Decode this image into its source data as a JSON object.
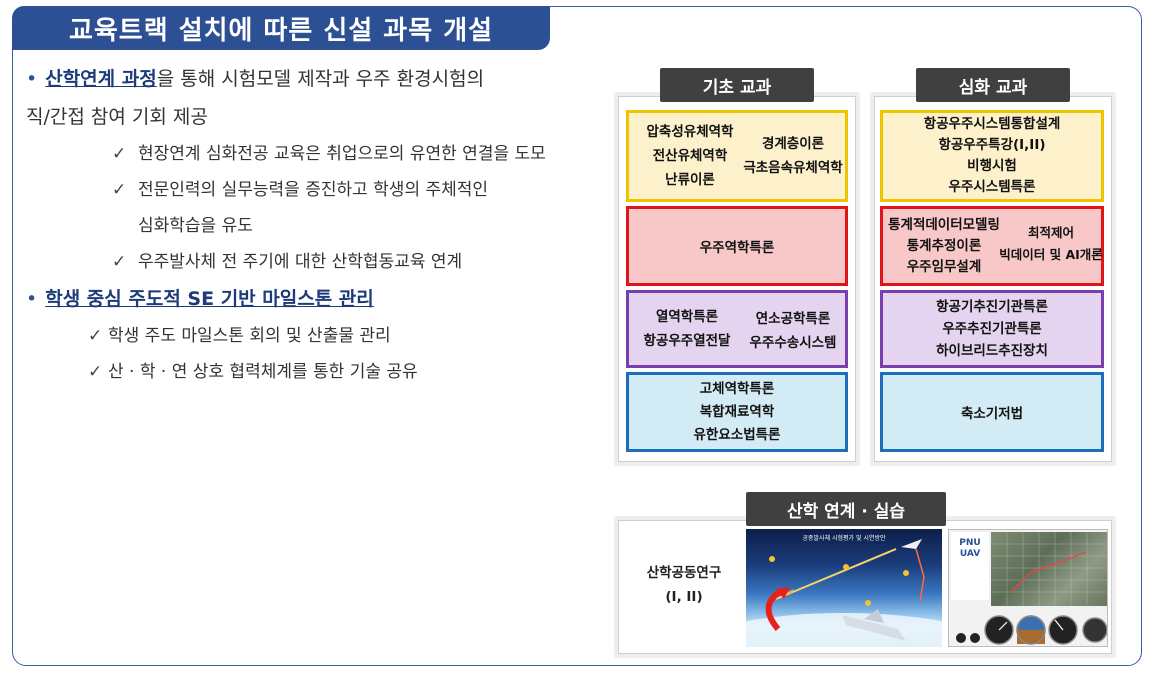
{
  "title": "교육트랙 설치에 따른 신설 과목 개설",
  "bullets": {
    "b1": {
      "dot": "•",
      "link": "산학연계 과정",
      "rest": "을 통해 시험모델 제작과 우주 환경시험의",
      "line2": "직/간접 참여 기회 제공"
    },
    "b1_subs": [
      "현장연계 심화전공 교육은 취업으로의 유연한 연결을 도모",
      "전문인력의 실무능력을 증진하고 학생의 주체적인",
      "심화학습을 유도",
      "우주발사체 전 주기에 대한 산학협동교육 연계"
    ],
    "b2": {
      "dot": "•",
      "link": "학생 중심 주도적 SE 기반 마일스톤 관리"
    },
    "b2_subs": [
      "학생 주도 마일스톤 회의 및 산출물 관리",
      "산 · 학 · 연 상호 협력체계를 통한 기술 공유"
    ],
    "check": "✓"
  },
  "basic": {
    "header": "기초 교과",
    "yellow": {
      "left": [
        "압축성유체역학",
        "전산유체역학",
        "난류이론"
      ],
      "right": [
        "경계층이론",
        "극초음속유체역학"
      ]
    },
    "red": {
      "items": [
        "우주역학특론"
      ]
    },
    "purple": {
      "left": [
        "열역학특론",
        "항공우주열전달"
      ],
      "right": [
        "연소공학특론",
        "우주수송시스템"
      ]
    },
    "blue": {
      "items": [
        "고체역학특론",
        "복합재료역학",
        "유한요소법특론"
      ]
    }
  },
  "advanced": {
    "header": "심화 교과",
    "yellow": {
      "items": [
        "항공우주시스템통합설계",
        "항공우주특강(I,II)",
        "비행시험",
        "우주시스템특론"
      ]
    },
    "red": {
      "left": [
        "통계적데이터모델링",
        "통계추정이론",
        "우주임무설계"
      ],
      "right": [
        "최적제어",
        "빅데이터 및 AI개론"
      ]
    },
    "purple": {
      "items": [
        "항공기추진기관특론",
        "우주추진기관특론",
        "하이브리드추진장치"
      ]
    },
    "blue": {
      "items": [
        "축소기저법"
      ]
    }
  },
  "industry": {
    "header": "산학 연계 · 실습",
    "course": "산학공동연구",
    "course_sub": "(I, II)",
    "photo1_caption": "공중발사체 시험평가 및 시연방안",
    "photo2_logo": "PNU UAV"
  },
  "colors": {
    "accent": "#2d4f94",
    "header_bg": "#404040"
  }
}
